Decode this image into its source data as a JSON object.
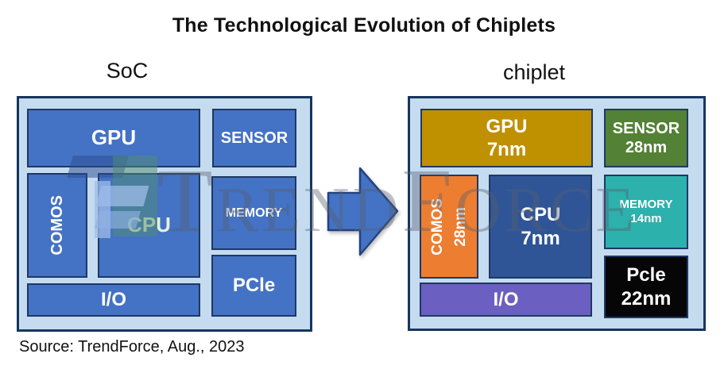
{
  "title": "The Technological Evolution of Chiplets",
  "source": "Source: TrendForce, Aug., 2023",
  "watermark": {
    "text": "TrendForce"
  },
  "soc": {
    "label": "SoC",
    "blocks": {
      "gpu": "GPU",
      "sensor": "SENSOR",
      "comos": "COMOS",
      "cpu": "CPU",
      "memory": "MEMORY",
      "pcie": "PCle",
      "io": "I/O"
    }
  },
  "chiplet": {
    "label": "chiplet",
    "blocks": {
      "gpu": {
        "name": "GPU",
        "node": "7nm"
      },
      "sensor": {
        "name": "SENSOR",
        "node": "28nm"
      },
      "comos": {
        "name": "COMOS",
        "node": "28nm"
      },
      "cpu": {
        "name": "CPU",
        "node": "7nm"
      },
      "memory": {
        "name": "MEMORY",
        "node": "14nm"
      },
      "pcie": {
        "name": "Pcle",
        "node": "22nm"
      },
      "io": {
        "name": "I/O"
      }
    }
  },
  "colors": {
    "container_bg": "#C5DBEF",
    "container_border": "#17365D",
    "soc_block_blue": "#4472C4",
    "block_border": "#1F3864",
    "gpu_gold": "#BF9000",
    "sensor_green": "#538135",
    "comos_orange": "#ED7D31",
    "cpu_blue": "#2F5597",
    "memory_teal": "#2CB1AC",
    "pcie_black": "#060606",
    "io_purple": "#6B5FC1",
    "arrow_blue": "#4472C4"
  }
}
